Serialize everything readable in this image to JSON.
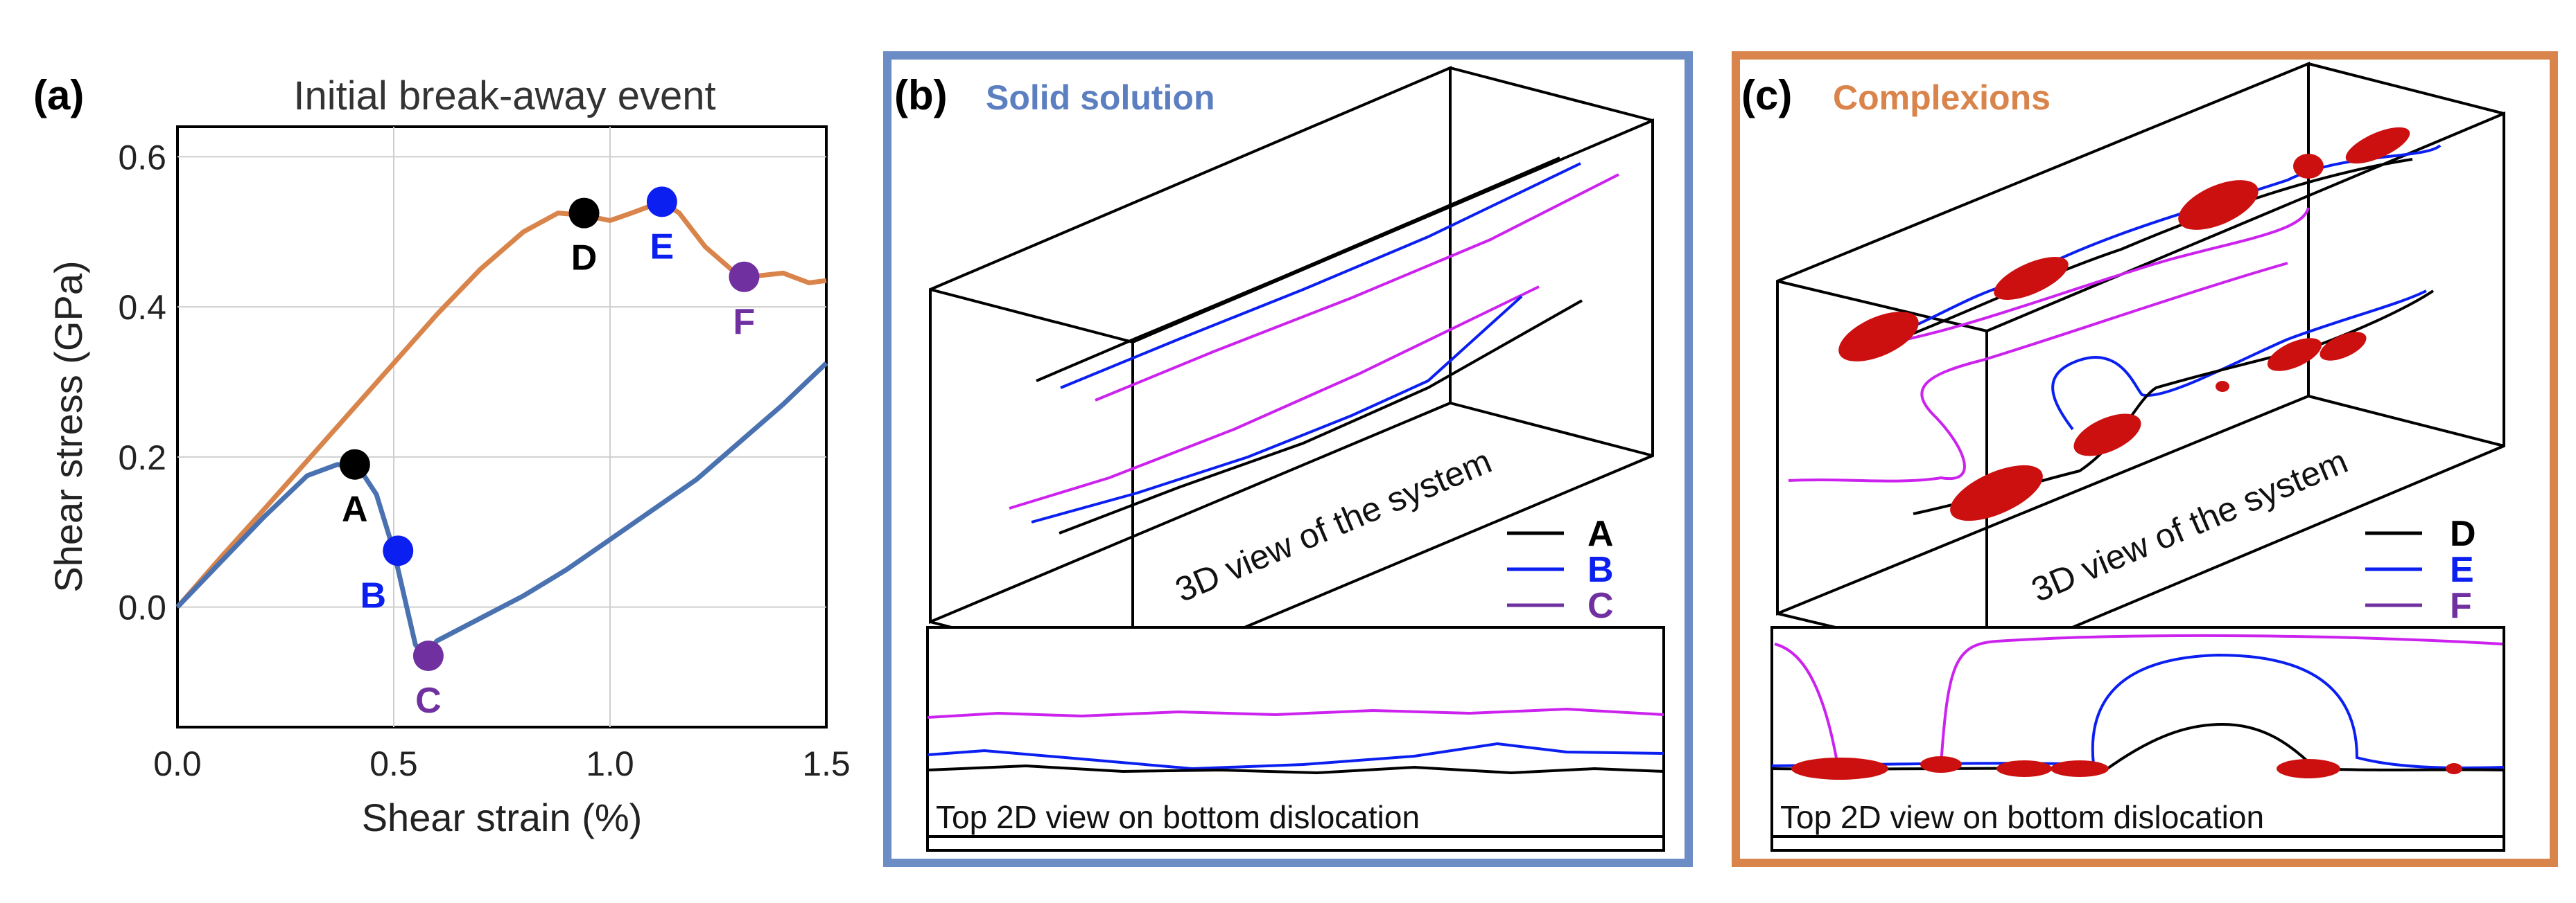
{
  "panel_a": {
    "label": "(a)",
    "title": "Initial break-away event",
    "chart_data": {
      "type": "line",
      "title": "Initial break-away event",
      "xlabel": "Shear strain (%)",
      "ylabel": "Shear stress (GPa)",
      "xlim": [
        0.0,
        1.5
      ],
      "ylim": [
        -0.16,
        0.64
      ],
      "xticks": [
        0.0,
        0.5,
        1.0,
        1.5
      ],
      "xtick_labels": [
        "0.0",
        "0.5",
        "1.0",
        "1.5"
      ],
      "yticks": [
        0.0,
        0.2,
        0.4,
        0.6
      ],
      "ytick_labels": [
        "0.0",
        "0.2",
        "0.4",
        "0.6"
      ],
      "grid": true,
      "series": [
        {
          "color": "#d9844a",
          "x": [
            0.0,
            0.1,
            0.2,
            0.3,
            0.4,
            0.5,
            0.6,
            0.7,
            0.8,
            0.88,
            0.94,
            1.0,
            1.05,
            1.12,
            1.16,
            1.22,
            1.28,
            1.32,
            1.4,
            1.46,
            1.5
          ],
          "y": [
            0.0,
            0.066,
            0.13,
            0.195,
            0.26,
            0.325,
            0.39,
            0.45,
            0.5,
            0.525,
            0.522,
            0.515,
            0.525,
            0.54,
            0.525,
            0.48,
            0.45,
            0.44,
            0.445,
            0.432,
            0.435
          ]
        },
        {
          "color": "#4a72b0",
          "x": [
            0.0,
            0.1,
            0.2,
            0.3,
            0.37,
            0.42,
            0.46,
            0.5,
            0.53,
            0.55,
            0.57,
            0.6,
            0.7,
            0.8,
            0.9,
            1.0,
            1.1,
            1.2,
            1.3,
            1.4,
            1.5
          ],
          "y": [
            0.0,
            0.06,
            0.12,
            0.175,
            0.19,
            0.185,
            0.15,
            0.075,
            0.0,
            -0.05,
            -0.065,
            -0.045,
            -0.015,
            0.015,
            0.05,
            0.09,
            0.13,
            0.17,
            0.22,
            0.27,
            0.325
          ]
        }
      ],
      "markers": [
        {
          "label": "A",
          "x": 0.41,
          "y": 0.19,
          "color": "#000000",
          "label_pos": "below"
        },
        {
          "label": "B",
          "x": 0.51,
          "y": 0.075,
          "color": "#0a1ff0",
          "label_pos": "below-left"
        },
        {
          "label": "C",
          "x": 0.58,
          "y": -0.065,
          "color": "#7030a0",
          "label_pos": "below"
        },
        {
          "label": "D",
          "x": 0.94,
          "y": 0.525,
          "color": "#000000",
          "label_pos": "below"
        },
        {
          "label": "E",
          "x": 1.12,
          "y": 0.54,
          "color": "#0a1ff0",
          "label_pos": "below"
        },
        {
          "label": "F",
          "x": 1.31,
          "y": 0.44,
          "color": "#7030a0",
          "label_pos": "below"
        }
      ]
    }
  },
  "panel_b": {
    "label": "(b)",
    "subtitle": "Solid solution",
    "view3d": "3D view of the system",
    "view2d": "Top 2D view on bottom dislocation",
    "legend": [
      {
        "label": "A",
        "color": "#000000"
      },
      {
        "label": "B",
        "color": "#0a1ff0"
      },
      {
        "label": "C",
        "color": "#7030a0"
      }
    ],
    "frame_color": "#6b8cc4"
  },
  "panel_c": {
    "label": "(c)",
    "subtitle": "Complexions",
    "view3d": "3D view of the system",
    "view2d": "Top 2D view on bottom dislocation",
    "legend": [
      {
        "label": "D",
        "color": "#000000"
      },
      {
        "label": "E",
        "color": "#0a1ff0"
      },
      {
        "label": "F",
        "color": "#7030a0"
      }
    ],
    "frame_color": "#d9844a"
  },
  "colors": {
    "solid_line_a": "#000000",
    "solid_line_b": "#0a1ff0",
    "solid_line_c": "#cc22ee",
    "complexion_cluster": "#cc1010"
  }
}
